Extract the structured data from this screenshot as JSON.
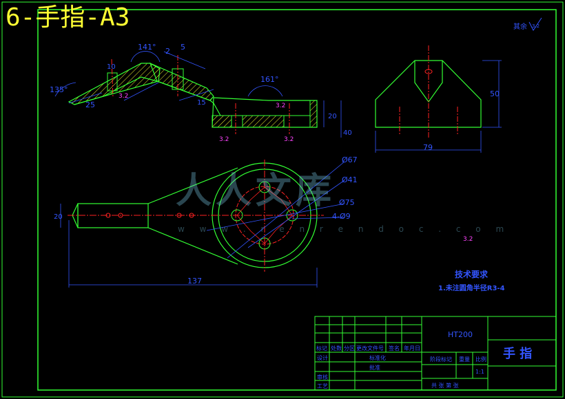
{
  "drawing_title": "6-手指-A3",
  "material": "HT200",
  "part_name": "手  指",
  "roughness_note": "其余",
  "tech_req_title": "技术要求",
  "tech_req_item": "1.未注圆角半径R3-4",
  "dims": {
    "angle_135": "135°",
    "angle_141": "141°",
    "angle_161": "161°",
    "d2": "2",
    "d5": "5",
    "d10": "10",
    "d25": "25",
    "d20": "20",
    "d15": "15",
    "d40": "40",
    "d79": "79",
    "d50": "50",
    "d137": "137",
    "d20b": "20",
    "phi67": "Ø67",
    "phi41": "Ø41",
    "phi75": "Ø75",
    "holes": "4-Ø9"
  },
  "roughness": {
    "r32a": "3.2",
    "r32b": "3.2",
    "r32c": "3.2",
    "r32d": "3.2",
    "r32e": "3.2",
    "r32f": "3.2"
  },
  "title_block": {
    "row_labels": [
      "标记",
      "处数",
      "分区",
      "更改文件号",
      "签名",
      "年月日"
    ],
    "design": "设计",
    "check": "审核",
    "process": "工艺",
    "standard": "标准化",
    "approve": "批准",
    "stage_mark": "阶段标记",
    "weight": "重量",
    "scale_label": "比例",
    "scale_value": "1:1",
    "sheets": "共  张   第  张"
  },
  "watermark": "人人文库",
  "watermark_url": "w w w . r e n r e n d o c . c o m",
  "colors": {
    "frame": "#33ff33",
    "outline": "#33ff33",
    "dimension": "#3355ff",
    "centerline": "#ff2222",
    "hatch": "#ffff33",
    "annotation": "#ff44ff",
    "title": "#ffff33"
  }
}
